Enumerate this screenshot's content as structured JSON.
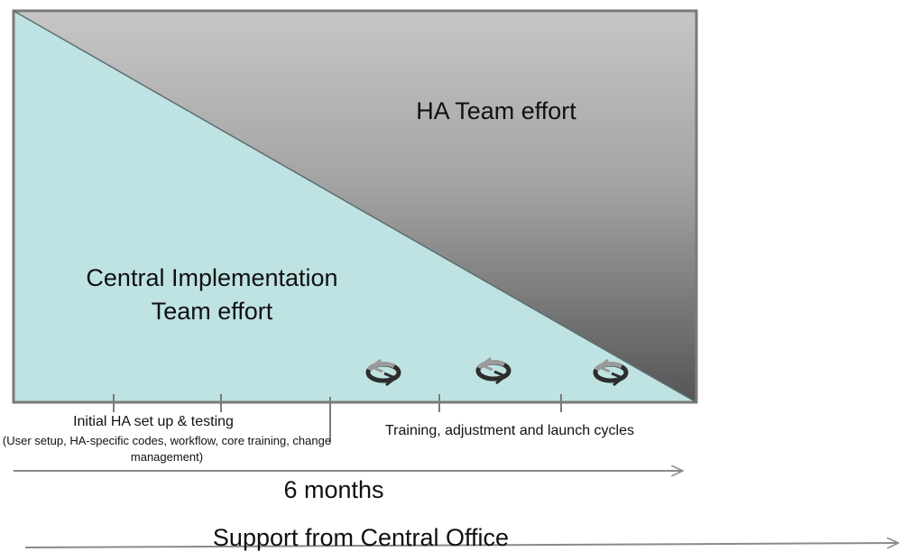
{
  "labels": {
    "ha_team": "HA Team effort",
    "central_line1": "Central Implementation",
    "central_line2": "Team effort",
    "initial_setup": "Initial HA set up & testing",
    "initial_detail": "(User setup, HA-specific codes, workflow, core training, change management)",
    "training_cycles": "Training, adjustment and launch cycles",
    "duration": "6 months",
    "support": "Support from Central Office"
  },
  "icons": [
    "cycle-arrow-icon",
    "cycle-arrow-icon",
    "cycle-arrow-icon"
  ],
  "colors": {
    "central_fill": "#bfe3e3",
    "ha_fill_top": "#c4c4c4",
    "ha_fill_bottom": "#555555",
    "frame": "#7a7a7a",
    "arrow": "#8a8a8a"
  }
}
